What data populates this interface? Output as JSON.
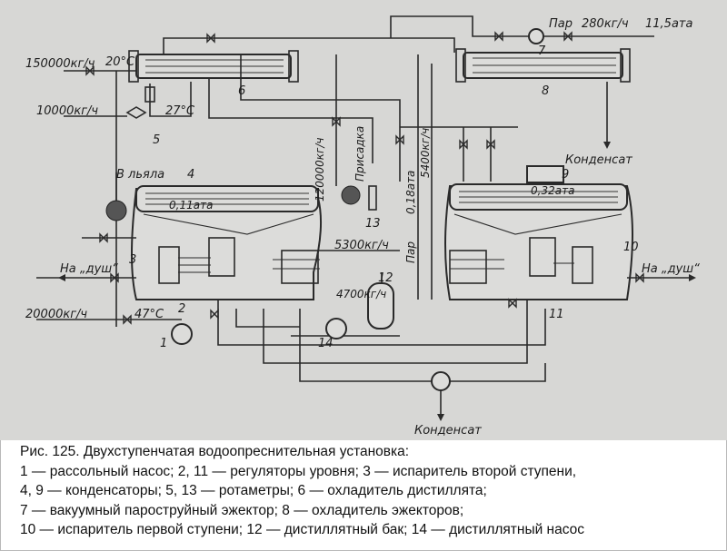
{
  "labels": {
    "flow_150000": "150000кг/ч",
    "temp_20": "20°C",
    "flow_10000": "10000кг/ч",
    "temp_27": "27°C",
    "label_par_top": "Пар",
    "flow_280": "280кг/ч",
    "pressure_115": "11,5ата",
    "to_bilge": "В льяла",
    "flow_120000": "120000кг/ч",
    "prisadka": "Присадка",
    "flow_5400": "5400кг/ч",
    "pressure_018": "0,18ата",
    "pressure_011": "0,11ата",
    "pressure_032": "0,32ата",
    "kondensat_right": "Конденсат",
    "flow_5300": "5300кг/ч",
    "label_par_mid": "Пар",
    "to_shower_left": "На „душ“",
    "to_shower_right": "На „душ“",
    "flow_4700": "4700кг/ч",
    "flow_20000": "20000кг/ч",
    "temp_47": "47°C",
    "kondensat_bottom": "Конденсат"
  },
  "numbers": {
    "n1": "1",
    "n2": "2",
    "n3": "3",
    "n4": "4",
    "n5": "5",
    "n6": "6",
    "n7": "7",
    "n8": "8",
    "n9": "9",
    "n10": "10",
    "n11": "11",
    "n12": "12",
    "n13": "13",
    "n14": "14"
  },
  "caption": {
    "line1": "Рис. 125. Двухступенчатая водоопреснительная установка:",
    "line2": "1 — рассольный насос; 2, 11 — регуляторы уровня; 3 — испаритель второй ступени,",
    "line3": "4, 9 — конденсаторы; 5, 13 — ротаметры; 6 — охладитель дистиллята;",
    "line4": "7 — вакуумный пароструйный эжектор; 8 — охладитель эжекторов;",
    "line5": "10 — испаритель первой ступени; 12 — дистиллятный бак; 14 — дистиллятный насос"
  }
}
